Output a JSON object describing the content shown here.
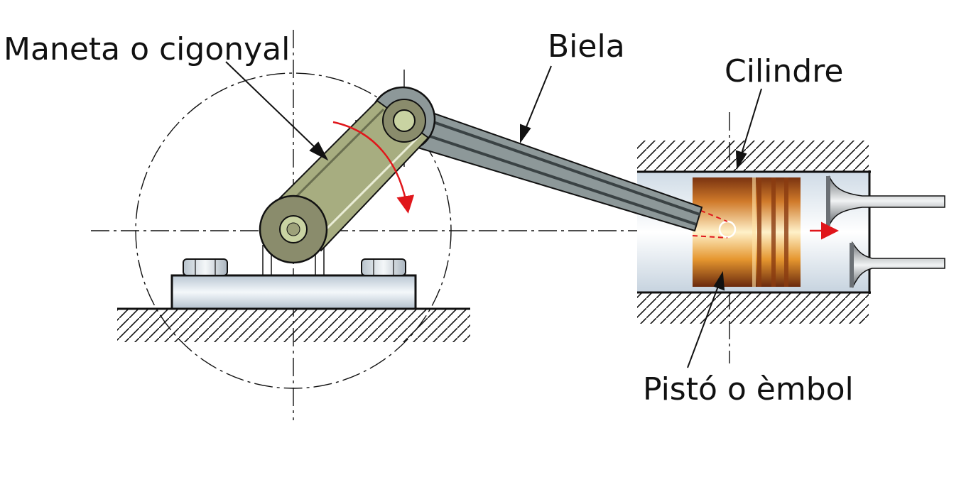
{
  "labels": {
    "crank": "Maneta o cigonyal",
    "rod": "Biela",
    "cylinder": "Cilindre",
    "piston": "Pistó o èmbol"
  },
  "colors": {
    "line": "#111111",
    "arrow_red": "#e0161b",
    "crank_fill": "#a4a97c",
    "rod_fill": "#8a9596",
    "pin_fill": "#8a8c6c",
    "piston_dark": "#7a3310",
    "piston_light": "#f4b24a",
    "cylinder_fill": "#e4ecf4",
    "base_fill": "#dbe4ec"
  }
}
